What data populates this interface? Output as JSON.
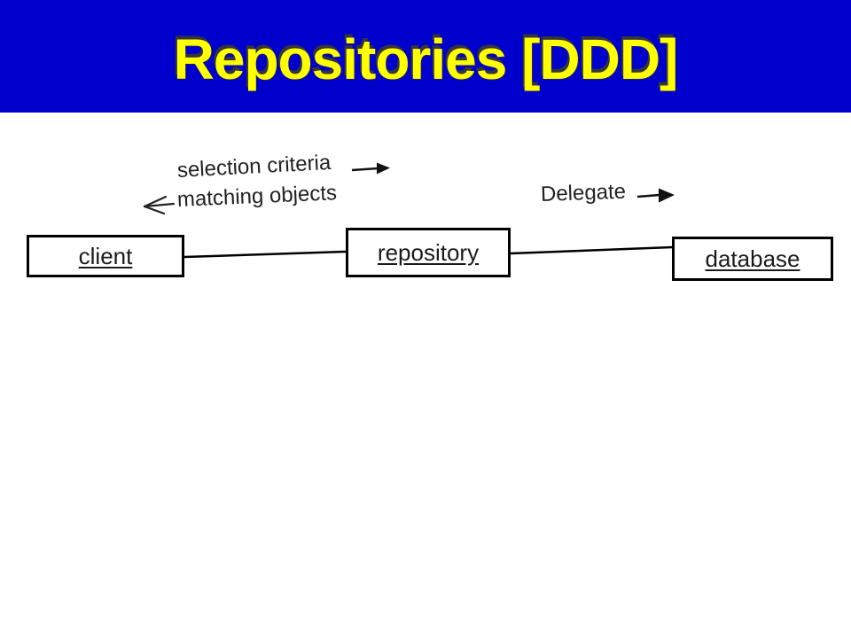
{
  "slide": {
    "title": "Repositories [DDD]"
  },
  "colors": {
    "header_bg": "#0000CC",
    "title_text": "#FFFF00",
    "diagram_ink": "#1b1b1b",
    "box_border": "#000000",
    "background": "#FFFFFF"
  },
  "diagram": {
    "annotations": {
      "selection_criteria": "selection criteria",
      "matching_objects": "matching objects",
      "delegate": "Delegate"
    },
    "icons": {
      "selection_criteria_arrow": "filled-right-arrow",
      "matching_objects_arrow": "open-left-arrow",
      "delegate_arrow": "filled-right-arrow"
    },
    "nodes": [
      {
        "id": "client",
        "label": "client"
      },
      {
        "id": "repository",
        "label": "repository"
      },
      {
        "id": "database",
        "label": "database"
      }
    ]
  }
}
